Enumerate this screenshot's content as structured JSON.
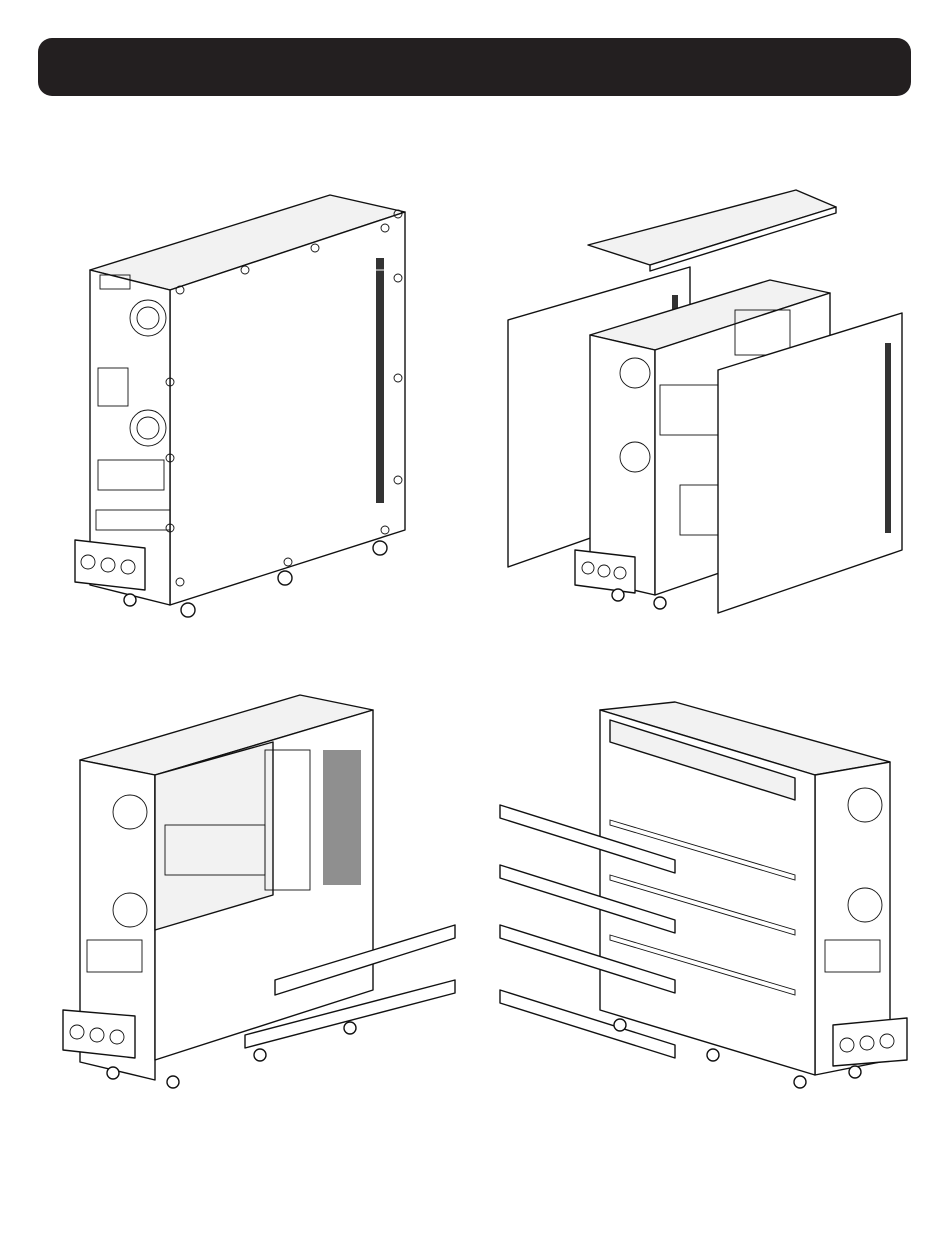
{
  "header": {
    "title": ""
  },
  "figures": [
    {
      "id": "ups-cabinet-assembled",
      "icon": "ups-cabinet-closed-illustration"
    },
    {
      "id": "ups-cabinet-panels-removed",
      "icon": "ups-cabinet-exploded-illustration"
    },
    {
      "id": "ups-cabinet-rails-right-open",
      "icon": "ups-cabinet-rails-illustration"
    },
    {
      "id": "ups-cabinet-rails-left-open",
      "icon": "ups-cabinet-rails-rear-illustration"
    }
  ],
  "colors": {
    "header_bar": "#231f20",
    "line_art": "#111111",
    "background": "#ffffff"
  }
}
